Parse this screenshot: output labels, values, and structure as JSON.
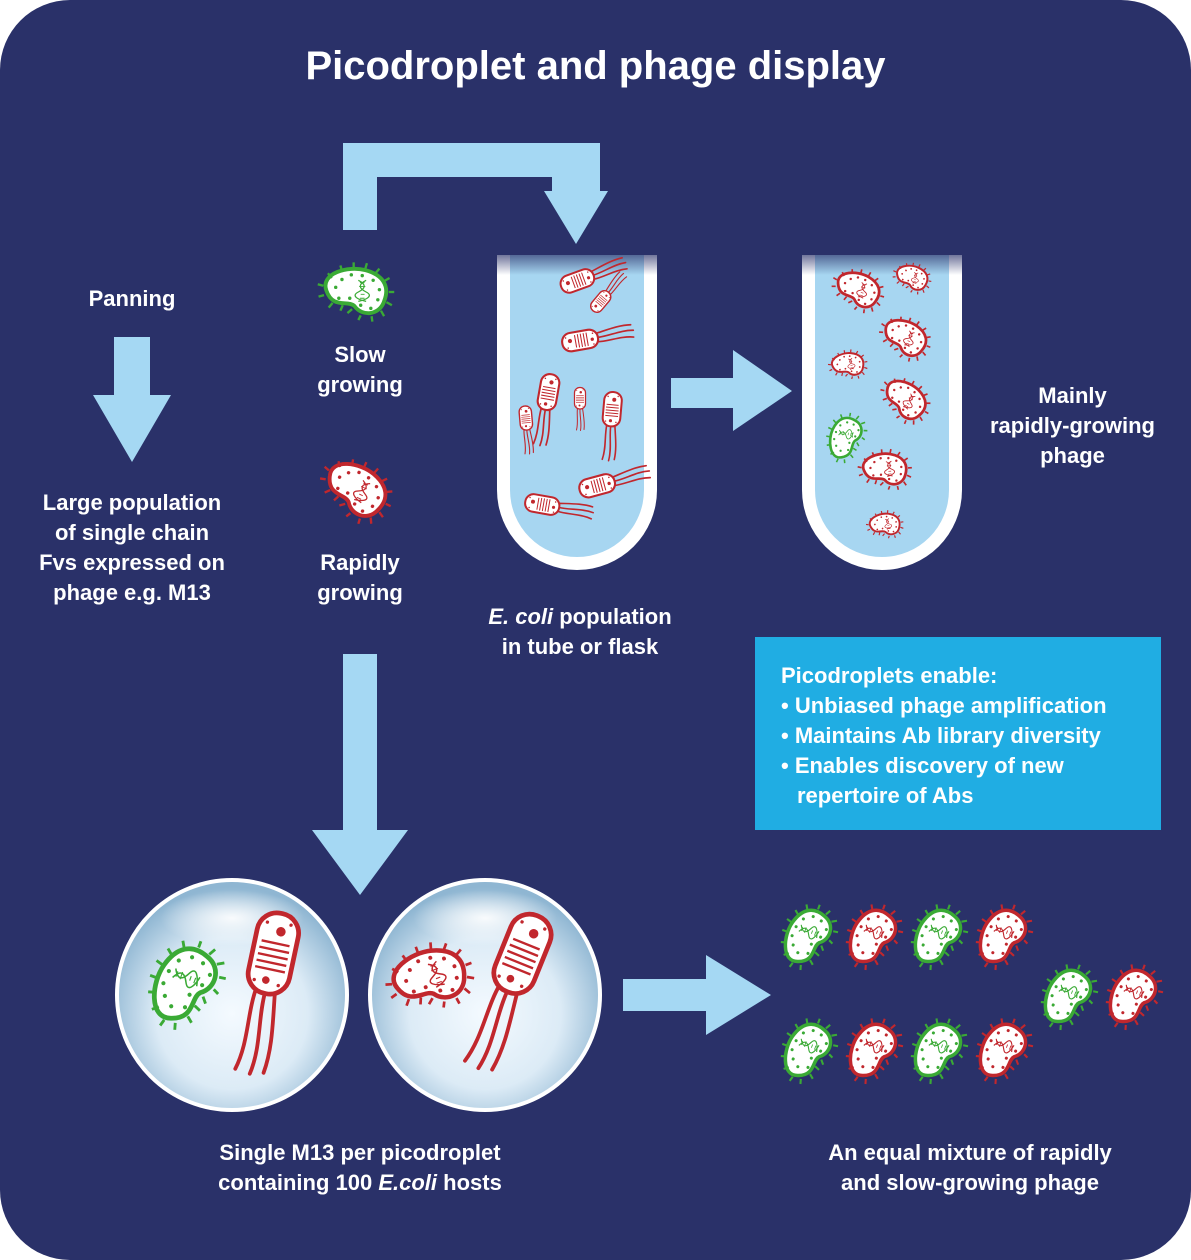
{
  "title": "Picodroplet and phage display",
  "panning": {
    "heading": "Panning",
    "description": [
      "Large population",
      "of single chain",
      "Fvs expressed on",
      "phage e.g. M13"
    ]
  },
  "legend": {
    "slow": [
      "Slow",
      "growing"
    ],
    "rapid": [
      "Rapidly",
      "growing"
    ]
  },
  "tube_caption": {
    "italic": "E. coli",
    "rest": " population",
    "line2": "in tube or flask"
  },
  "tube_result": [
    "Mainly",
    "rapidly-growing",
    "phage"
  ],
  "info_box": {
    "heading": "Picodroplets enable:",
    "bullets": [
      "• Unbiased phage amplification",
      "• Maintains Ab library diversity",
      "• Enables discovery of new"
    ],
    "continuation": "repertoire of Abs"
  },
  "droplet_caption": {
    "line1": "Single M13 per picodroplet",
    "line2_pre": "containing 100 ",
    "line2_italic": "E.coli",
    "line2_post": " hosts"
  },
  "mixture_caption": [
    "An equal mixture of rapidly",
    "and slow-growing phage"
  ],
  "colors": {
    "background": "#2a3169",
    "arrow": "#a5d8f3",
    "slow_growing": "#3aaa35",
    "rapid_growing": "#c1272d",
    "tube_fill": "#a7d6f1",
    "info_box": "#20ade3"
  }
}
